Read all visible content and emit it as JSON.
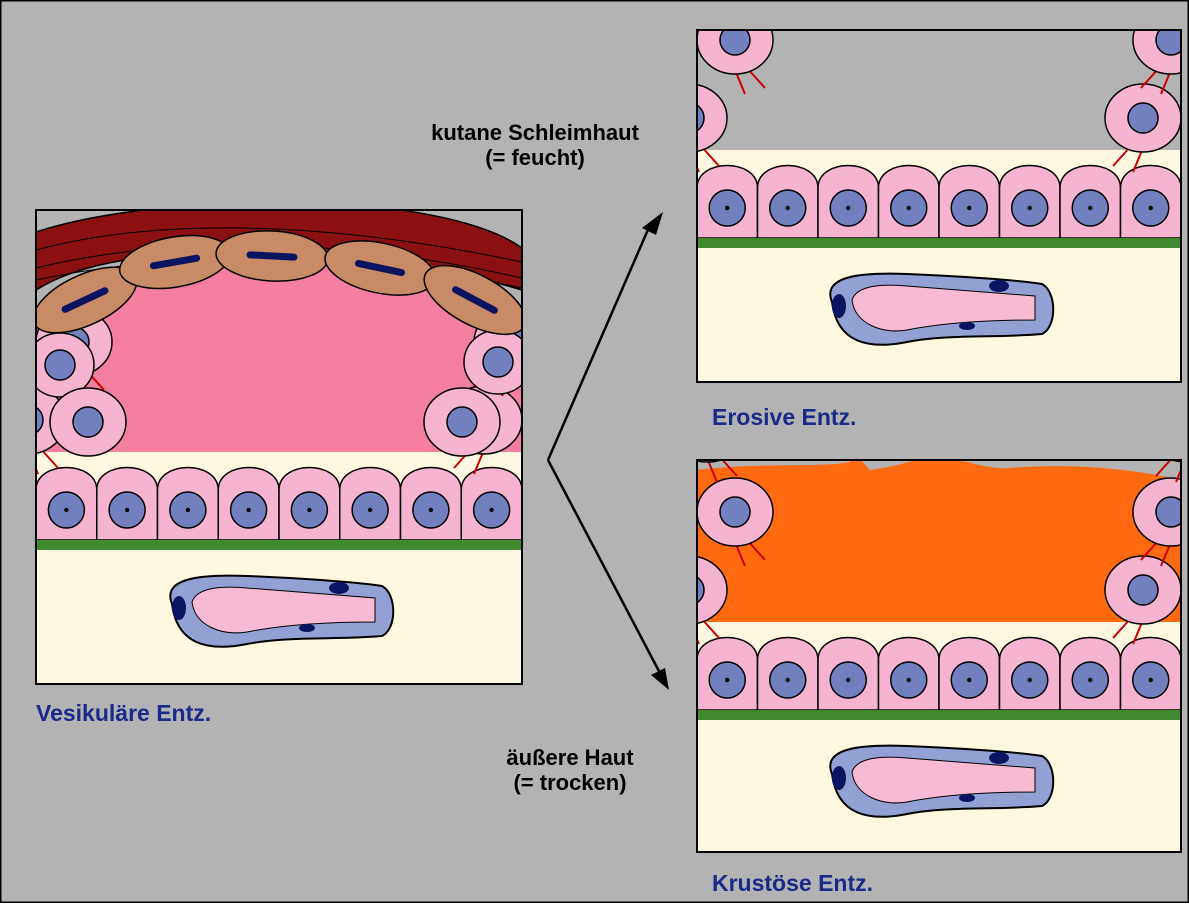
{
  "labels": {
    "vesicular": "Vesikuläre Entz.",
    "erosive": "Erosive Entz.",
    "crustous": "Krustöse Entz.",
    "mucosa_line1": "kutane Schleimhaut",
    "mucosa_line2": "(= feucht)",
    "skin_line1": "äußere Haut",
    "skin_line2": "(= trocken)"
  },
  "colors": {
    "background": "#b3b3b3",
    "dermis": "#fff8e1",
    "cell": "#f6b4d0",
    "nucleus": "#7380c0",
    "basement_membrane": "#3f8a2e",
    "vesicle_fluid": "#f47fa0",
    "keratin": "#8b1111",
    "flattened_cell": "#c98a66",
    "crust": "#ff6a10",
    "vessel_wall": "#93a0d3",
    "vessel_lumen": "#f8b9d4",
    "text_blue": "#1a2a8a",
    "capillary": "#cc0000"
  }
}
